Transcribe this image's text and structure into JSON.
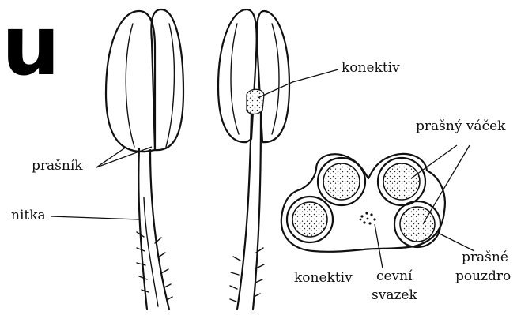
{
  "header_letter": "u",
  "labels": {
    "konektiv_top": "konektiv",
    "prasny_vacek": "prašný váček",
    "prasnik": "prašník",
    "nitka": "nitka",
    "konektiv_bottom": "konektiv",
    "cevni": "cevní",
    "svazek": "svazek",
    "prasne": "prašné",
    "pouzdro": "pouzdro"
  }
}
